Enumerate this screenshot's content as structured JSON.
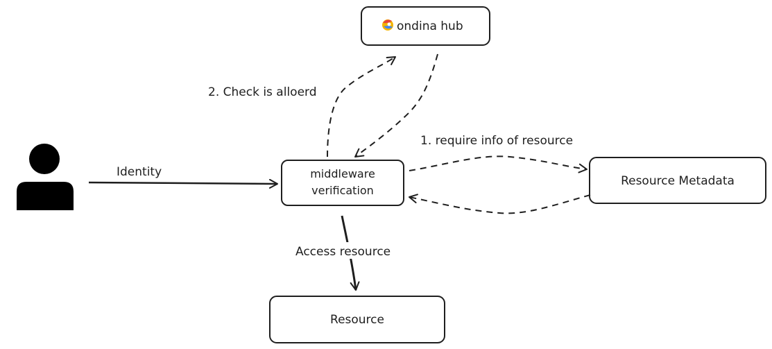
{
  "nodes": {
    "hub": {
      "label": "ondina hub",
      "icon": "mermaid-logo-icon"
    },
    "middleware": {
      "line1": "middleware",
      "line2": "verification"
    },
    "metadata": {
      "label": "Resource Metadata"
    },
    "resource": {
      "label": "Resource"
    },
    "user": {
      "icon": "user-icon"
    }
  },
  "edges": {
    "identity": "Identity",
    "check": "2. Check is alloerd",
    "require": "1. require info of resource",
    "access": "Access resource"
  },
  "colors": {
    "stroke": "#1e1e1e",
    "background": "#ffffff"
  }
}
